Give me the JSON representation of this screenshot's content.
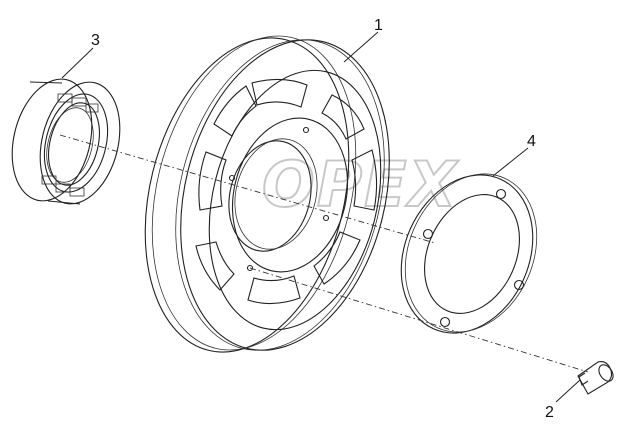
{
  "watermark": "OPEX",
  "callouts": {
    "c1": "1",
    "c2": "2",
    "c3": "3",
    "c4": "4"
  }
}
